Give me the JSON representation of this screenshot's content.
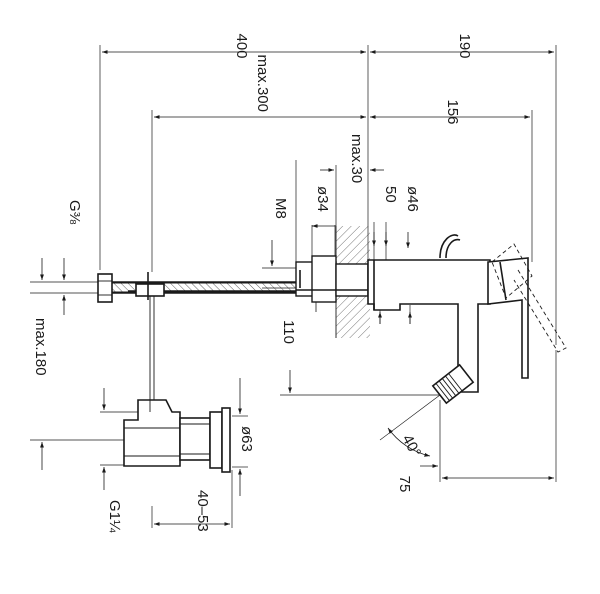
{
  "diagram": {
    "labels": {
      "width_total_left": "400",
      "width_total_right": "190",
      "max_300": "max.300",
      "dim_156": "156",
      "max_30": "max.30",
      "dia_34": "ø34",
      "dim_50": "50",
      "dia_46": "ø46",
      "thread_m8": "M8",
      "thread_g38": "G⅜",
      "dim_110": "110",
      "max_180": "max.180",
      "dia_63": "ø63",
      "thread_g114": "G1¼",
      "range_40_53": "40–53",
      "angle_40": "40°",
      "dim_75": "75"
    }
  }
}
